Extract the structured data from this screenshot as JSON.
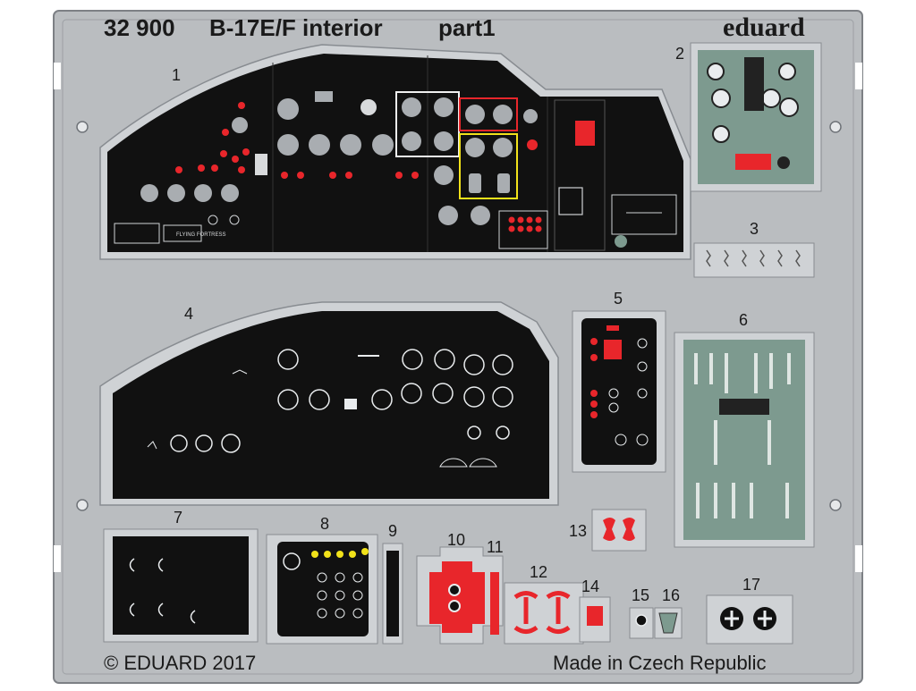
{
  "header": {
    "code": "32 900",
    "title": "B-17E/F interior",
    "part": "part1",
    "brand": "eduard"
  },
  "part_numbers": [
    "1",
    "2",
    "3",
    "4",
    "5",
    "6",
    "7",
    "8",
    "9",
    "10",
    "11",
    "12",
    "13",
    "14",
    "15",
    "16",
    "17"
  ],
  "panel1_labels": {
    "badge": "FLYING FORTRESS"
  },
  "footer": {
    "copyright": "© EDUARD 2017",
    "origin": "Made in Czech Republic"
  },
  "colors": {
    "fret": "#b9bcbf",
    "fret_edge": "#8e9196",
    "panel": "#111111",
    "green_panel": "#7d9a8f",
    "red": "#e8262b",
    "yellow": "#f2e21a",
    "instrument": "#a9adb1"
  }
}
